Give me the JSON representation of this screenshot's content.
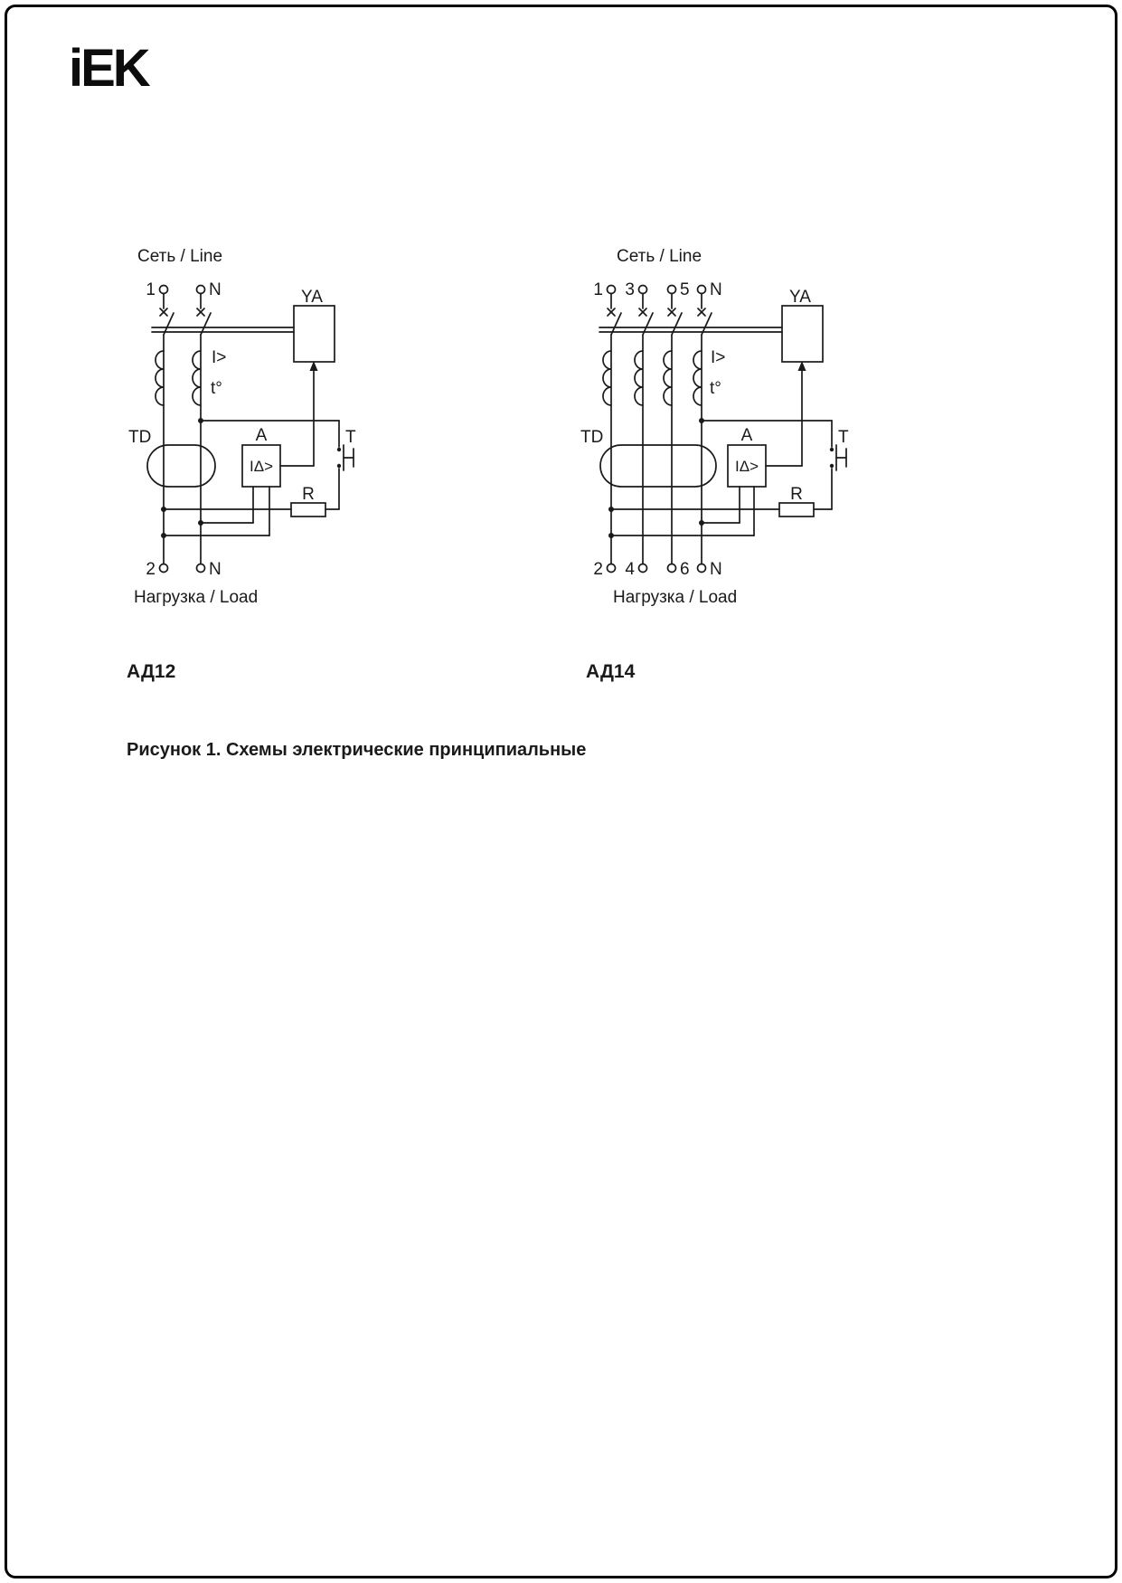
{
  "page": {
    "logo_text": "iEK",
    "caption": "Рисунок 1. Схемы электрические принципиальные"
  },
  "labels": {
    "line": "Сеть / Line",
    "load": "Нагрузка / Load",
    "ya": "YA",
    "overcurrent": "I>",
    "thermal": "t°",
    "td": "TD",
    "amp": "A",
    "diff": "IΔ>",
    "test": "T",
    "resistor": "R"
  },
  "ad12": {
    "title": "АД12",
    "terminals_top": [
      "1",
      "N"
    ],
    "terminals_bottom": [
      "2",
      "N"
    ]
  },
  "ad14": {
    "title": "АД14",
    "terminals_top": [
      "1",
      "3",
      "5",
      "N"
    ],
    "terminals_bottom": [
      "2",
      "4",
      "6",
      "N"
    ]
  }
}
